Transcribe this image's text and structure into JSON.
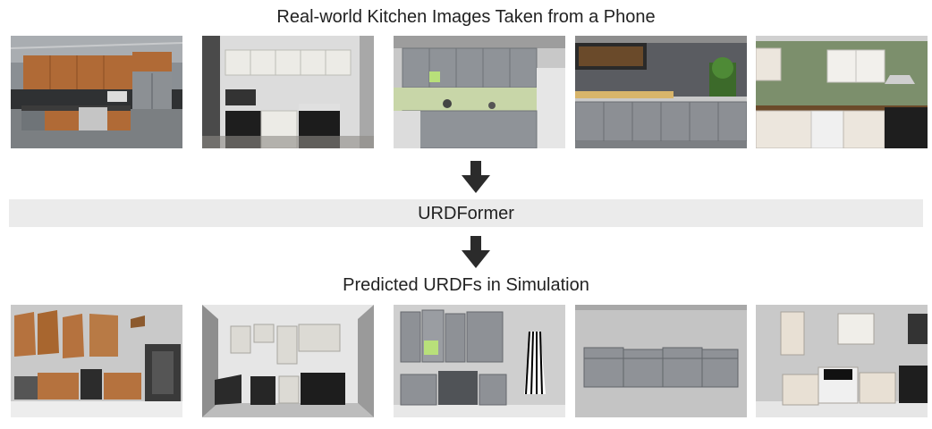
{
  "header": {
    "title": "Real-world Kitchen Images Taken from a Phone"
  },
  "model": {
    "label": "URDFormer"
  },
  "footer": {
    "title": "Predicted URDFs in Simulation"
  },
  "real_images": [
    {
      "name": "kitchen-photo-1",
      "cabinet_color": "#b06a36",
      "wall_color": "#2f3133",
      "floor_color": "#7b7f82"
    },
    {
      "name": "kitchen-photo-2",
      "cabinet_color": "#ecebe6",
      "wall_color": "#dcdcdc",
      "floor_color": "#8e8b86"
    },
    {
      "name": "kitchen-photo-3",
      "cabinet_color": "#8f9398",
      "wall_color": "#c8d6a8",
      "floor_color": "#9a9a9a"
    },
    {
      "name": "kitchen-photo-4",
      "cabinet_color": "#8c8f94",
      "wall_color": "#5a5c61",
      "floor_color": "#7c7f83"
    },
    {
      "name": "kitchen-photo-5",
      "cabinet_color": "#ece6dd",
      "wall_color": "#7c8f6c",
      "floor_color": "#6b6257"
    }
  ],
  "sim_images": [
    {
      "name": "sim-render-1",
      "cabinet_color": "#b5723e",
      "wall_color": "#c9c9c9"
    },
    {
      "name": "sim-render-2",
      "cabinet_color": "#dcdad4",
      "wall_color": "#d4d4d4"
    },
    {
      "name": "sim-render-3",
      "cabinet_color": "#8e9196",
      "wall_color": "#cfcfcf"
    },
    {
      "name": "sim-render-4",
      "cabinet_color": "#8f9297",
      "wall_color": "#c4c4c4"
    },
    {
      "name": "sim-render-5",
      "cabinet_color": "#e8e0d4",
      "wall_color": "#c9c9c9"
    }
  ],
  "colors": {
    "arrow": "#2b2b2b",
    "band": "#ebebeb",
    "text": "#222222"
  }
}
